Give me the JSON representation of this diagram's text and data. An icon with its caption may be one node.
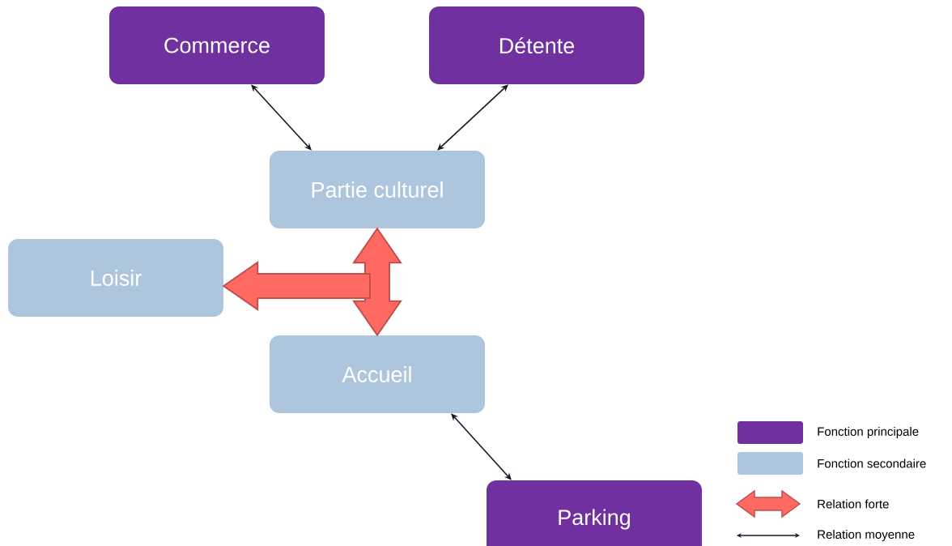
{
  "diagram": {
    "nodes": [
      {
        "text": [
          "Commerce"
        ]
      },
      {
        "text": [
          "Détente"
        ]
      },
      {
        "text": [
          "Partie culturel"
        ]
      },
      {
        "text": [
          "Loisir"
        ]
      },
      {
        "text": [
          "Accueil"
        ]
      },
      {
        "text": [
          "Parking"
        ]
      }
    ],
    "edges": [
      {
        "from": 0,
        "to": 2,
        "arrow": "both"
      },
      {
        "from": 1,
        "to": 2,
        "arrow": "both"
      },
      {
        "from": 2,
        "to": 4,
        "arrow": "both",
        "style": "thick",
        "color": "#ff6961"
      },
      {
        "from": null,
        "to": 3,
        "arrow": "to",
        "style": "thick",
        "color": "#ff6961"
      },
      {
        "from": 4,
        "to": 5,
        "arrow": "both"
      }
    ],
    "legend": [
      {
        "text": "Fonction principale",
        "color": "#7030a0"
      },
      {
        "text": "Fonction secondaire",
        "color": "#adc6de"
      },
      {
        "text": "Relation forte"
      },
      {
        "text": "Relation moyenne"
      }
    ]
  }
}
